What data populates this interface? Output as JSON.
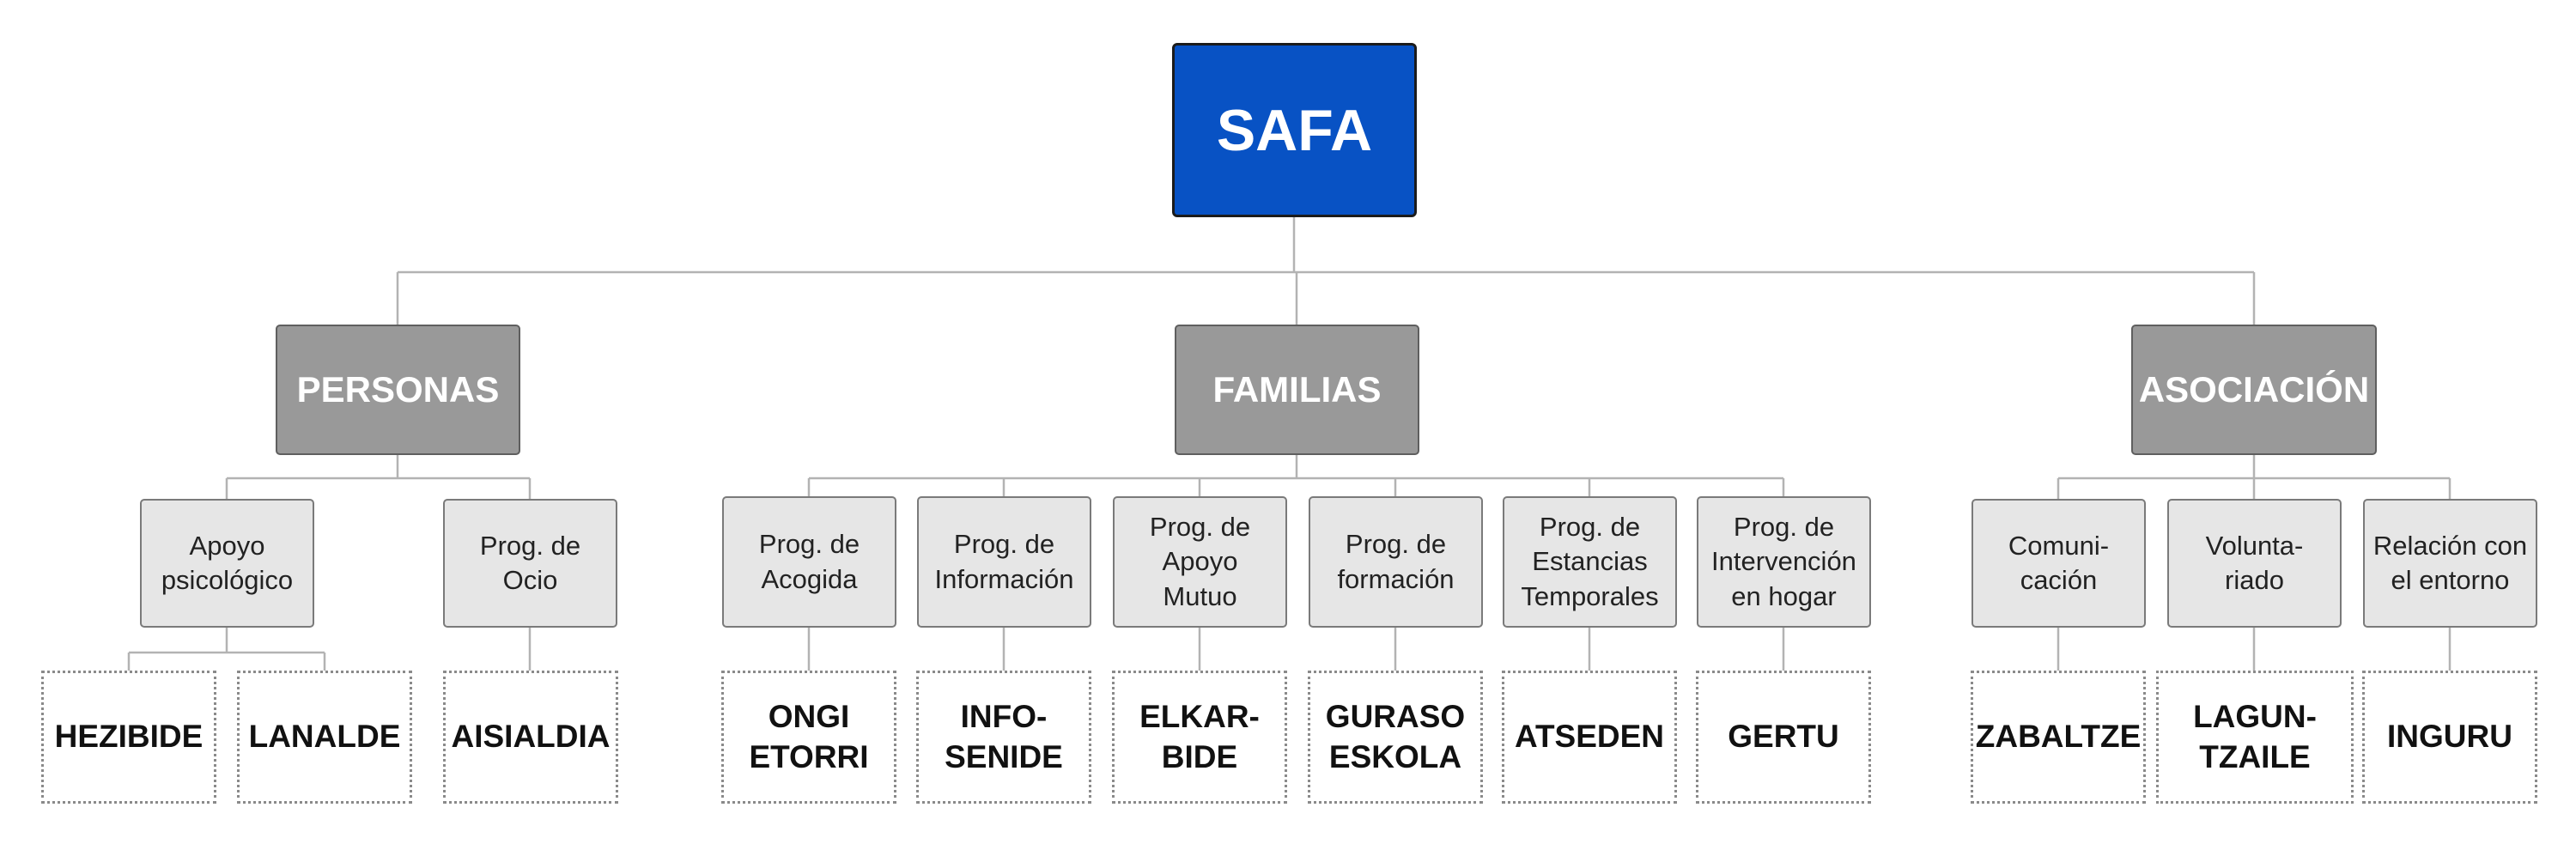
{
  "root": {
    "label": "SAFA",
    "color": "#0852c4"
  },
  "categories": [
    {
      "label": "PERSONAS",
      "programs": [
        {
          "label": "Apoyo\npsicológico",
          "leaves": [
            "HEZIBIDE",
            "LANALDE"
          ]
        },
        {
          "label": "Prog. de\nOcio",
          "leaves": [
            "AISIALDIA"
          ]
        }
      ]
    },
    {
      "label": "FAMILIAS",
      "programs": [
        {
          "label": "Prog. de\nAcogida",
          "leaves": [
            "ONGI\nETORRI"
          ]
        },
        {
          "label": "Prog. de\nInformación",
          "leaves": [
            "INFO-\nSENIDE"
          ]
        },
        {
          "label": "Prog. de\nApoyo\nMutuo",
          "leaves": [
            "ELKAR-\nBIDE"
          ]
        },
        {
          "label": "Prog. de\nformación",
          "leaves": [
            "GURASO\nESKOLA"
          ]
        },
        {
          "label": "Prog. de\nEstancias\nTemporales",
          "leaves": [
            "ATSEDEN"
          ]
        },
        {
          "label": "Prog. de\nIntervención\nen hogar",
          "leaves": [
            "GERTU"
          ]
        }
      ]
    },
    {
      "label": "ASOCIACIÓN",
      "programs": [
        {
          "label": "Comuni-\ncación",
          "leaves": [
            "ZABALTZE"
          ]
        },
        {
          "label": "Volunta-\nriado",
          "leaves": [
            "LAGUN-\nTZAILE"
          ]
        },
        {
          "label": "Relación con\nel entorno",
          "leaves": [
            "INGURU"
          ]
        }
      ]
    }
  ]
}
